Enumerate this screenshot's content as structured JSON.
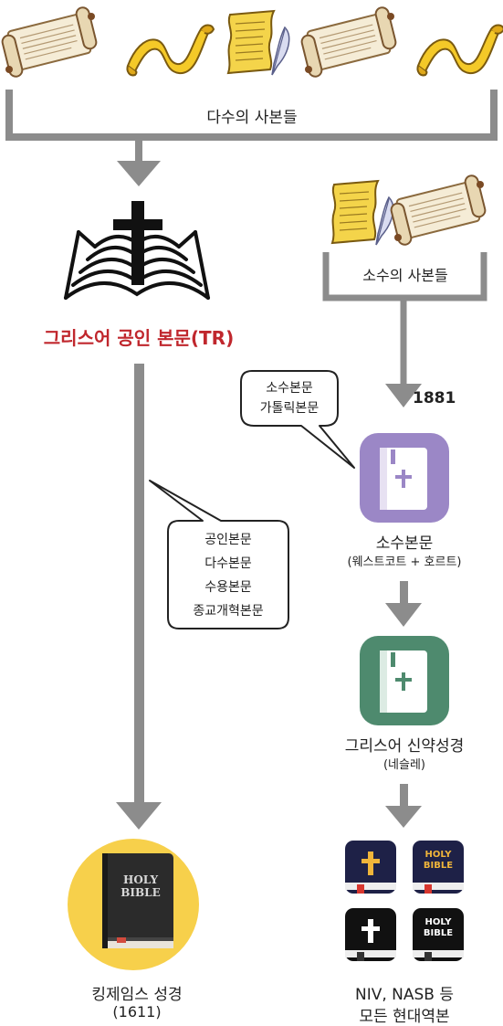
{
  "top_group": {
    "label": "다수의 사본들"
  },
  "tr": {
    "label": "그리스어 공인 본문(TR)"
  },
  "minority_group": {
    "label": "소수의 사본들"
  },
  "year_1881": "1881",
  "bubble_minority": {
    "line1": "소수본문",
    "line2": "가톨릭본문"
  },
  "bubble_tr": {
    "line1": "공인본문",
    "line2": "다수본문",
    "line3": "수용본문",
    "line4": "종교개혁본문"
  },
  "minority_text": {
    "title": "소수본문",
    "subtitle": "(웨스트코트 + 호르트)"
  },
  "nestle": {
    "title": "그리스어 신약성경",
    "subtitle": "(네슬레)"
  },
  "kjv": {
    "line1": "킹제임스 성경",
    "line2": "(1611)",
    "cover_line1": "HOLY",
    "cover_line2": "BIBLE"
  },
  "modern": {
    "line1": "NIV, NASB 등",
    "line2": "모든 현대역본",
    "cover_line1": "HOLY",
    "cover_line2": "BIBLE"
  },
  "colors": {
    "arrow": "#8c8c8c",
    "tr_red": "#c0272d",
    "purple_book": "#9b87c6",
    "green_book": "#4e8a6e",
    "kjv_circle": "#f7d04b",
    "scroll_paper": "#f5ecd6",
    "scroll_yellow": "#f4c928"
  },
  "icons": [
    "scroll-icon",
    "yellow-scroll-icon",
    "quill-scroll-icon",
    "church-bible-icon",
    "bible-book-icon"
  ]
}
